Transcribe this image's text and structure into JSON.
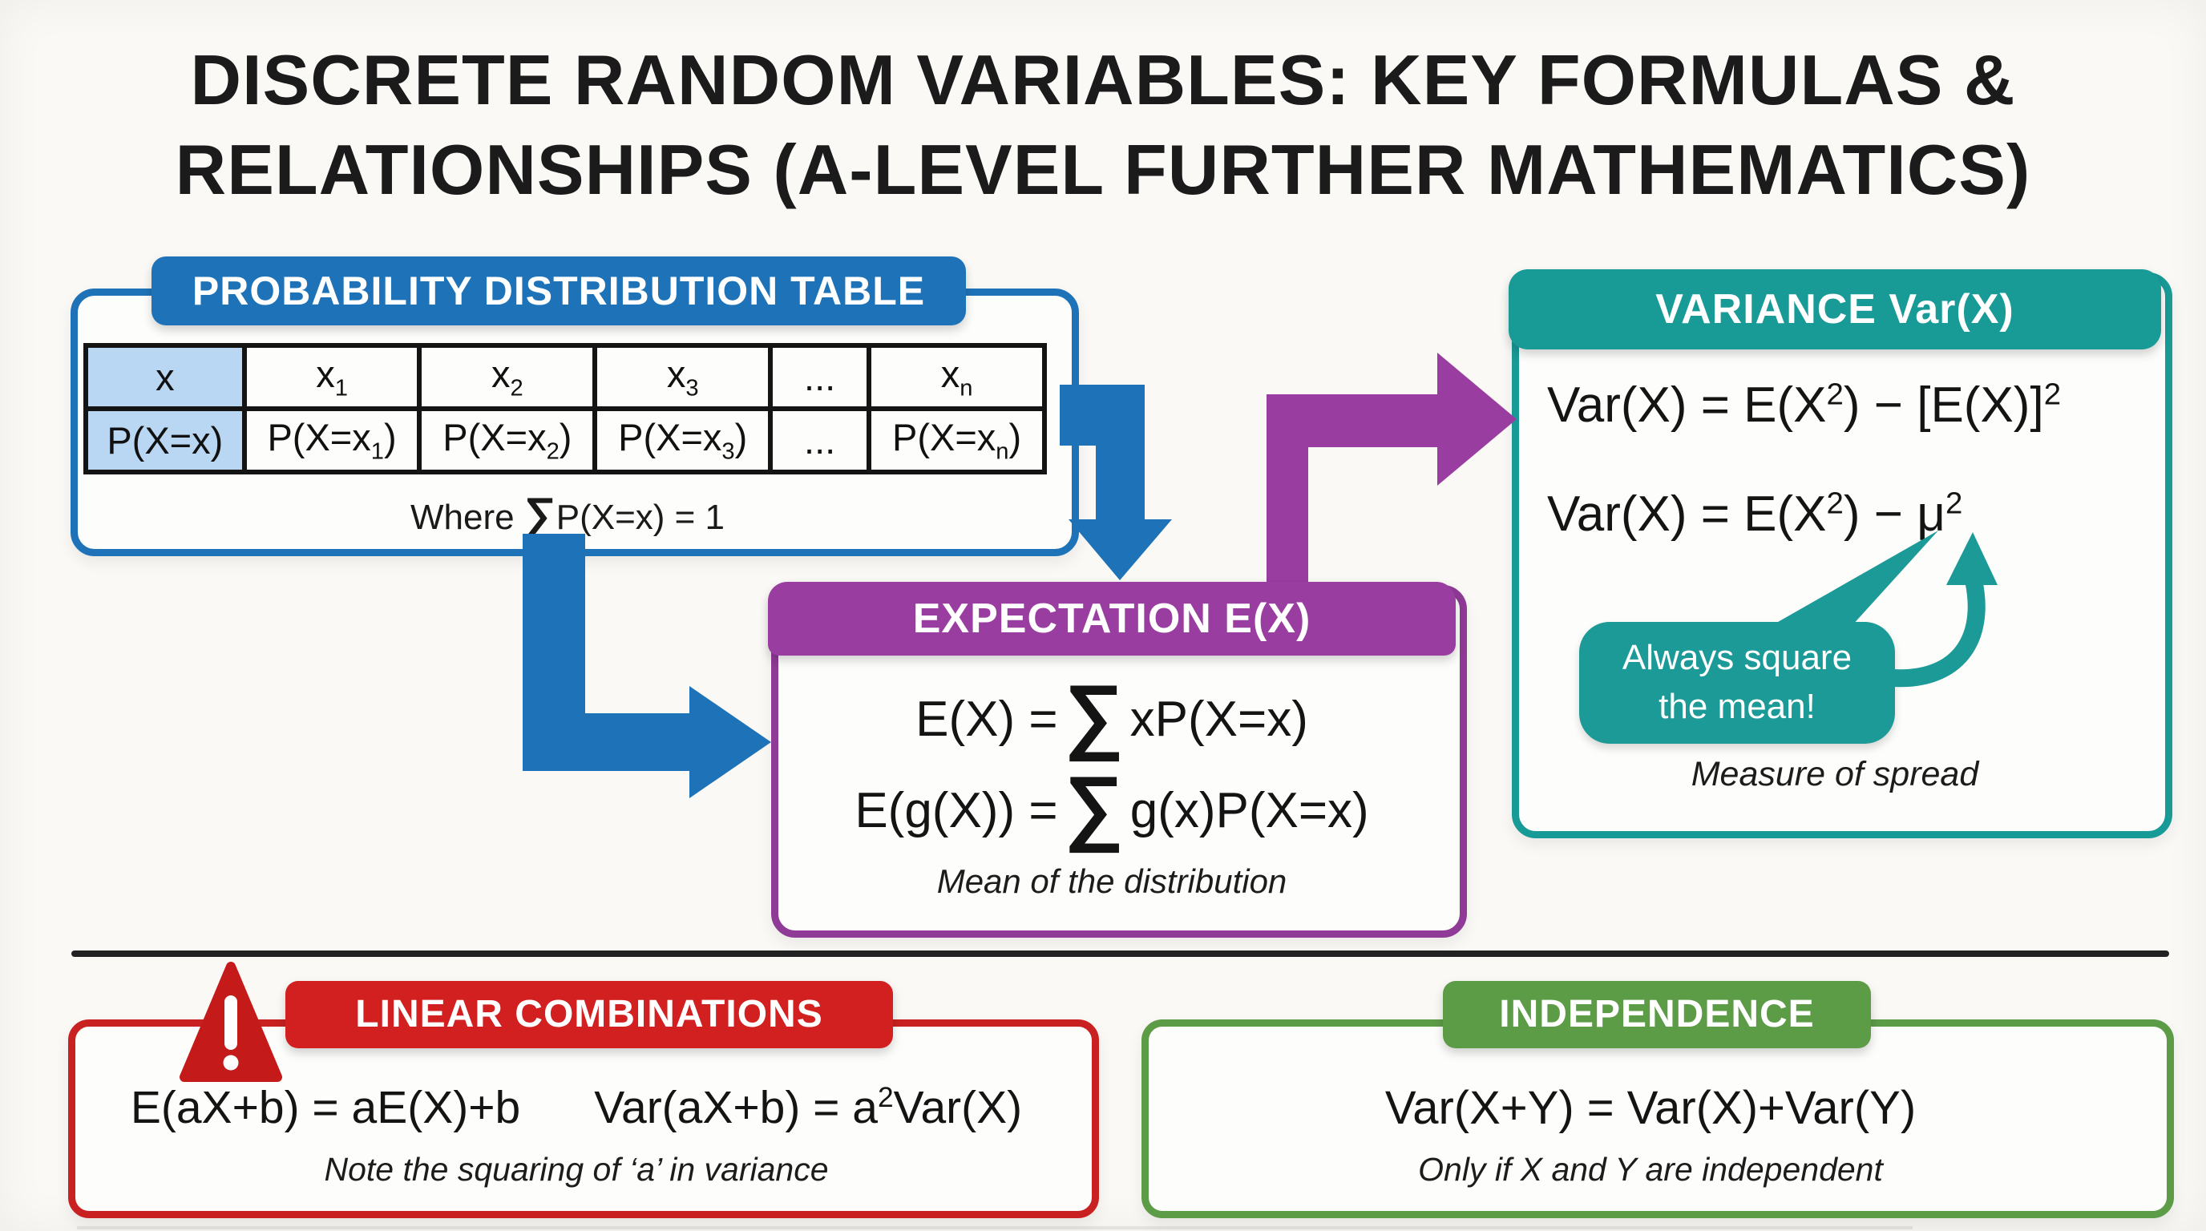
{
  "title": {
    "line1": "DISCRETE RANDOM VARIABLES: KEY FORMULAS &",
    "line2": "RELATIONSHIPS (A-LEVEL FURTHER MATHEMATICS)"
  },
  "colors": {
    "blue": "#1e73b8",
    "light_blue_cell": "#b9d6f2",
    "purple": "#9a3da0",
    "teal": "#1b9a97",
    "red": "#d21f1f",
    "dark_red": "#c41a1a",
    "green": "#5d9c47",
    "text": "#191919"
  },
  "probability_table": {
    "header": "PROBABILITY DISTRIBUTION TABLE",
    "row1": [
      "x",
      "x_(1)",
      "x_(2)",
      "x_(3)",
      "...",
      "x_(n)"
    ],
    "row2": [
      "P(X=x)",
      "P(X=x_(1))",
      "P(X=x_(2))",
      "P(X=x_(3))",
      "...",
      "P(X=x_(n))"
    ],
    "footnote_prefix": "Where ",
    "footnote_sigma": "∑",
    "footnote_suffix": "P(X=x) = 1"
  },
  "expectation": {
    "header": "EXPECTATION E(X)",
    "formula1": {
      "lhs": "E(X) = ",
      "sigma": "∑",
      "rhs": "xP(X=x)"
    },
    "formula2": {
      "lhs": "E(g(X)) = ",
      "sigma": "∑",
      "rhs": "g(x)P(X=x)"
    },
    "note": "Mean of the distribution"
  },
  "variance": {
    "header": "VARIANCE Var(X)",
    "formula1": "Var(X) = E(X^(2)) − [E(X)]^(2)",
    "formula2": "Var(X) = E(X^(2)) − μ^(2)",
    "callout_line1": "Always square",
    "callout_line2": "the mean!",
    "note": "Measure of spread"
  },
  "linear_combinations": {
    "header": "LINEAR COMBINATIONS",
    "formula1": "E(aX+b) = aE(X)+b",
    "formula2": "Var(aX+b) = a^(2)Var(X)",
    "note": "Note the squaring of ‘a’ in variance"
  },
  "independence": {
    "header": "INDEPENDENCE",
    "formula": "Var(X+Y) = Var(X)+Var(Y)",
    "note": "Only if X and Y are independent"
  }
}
